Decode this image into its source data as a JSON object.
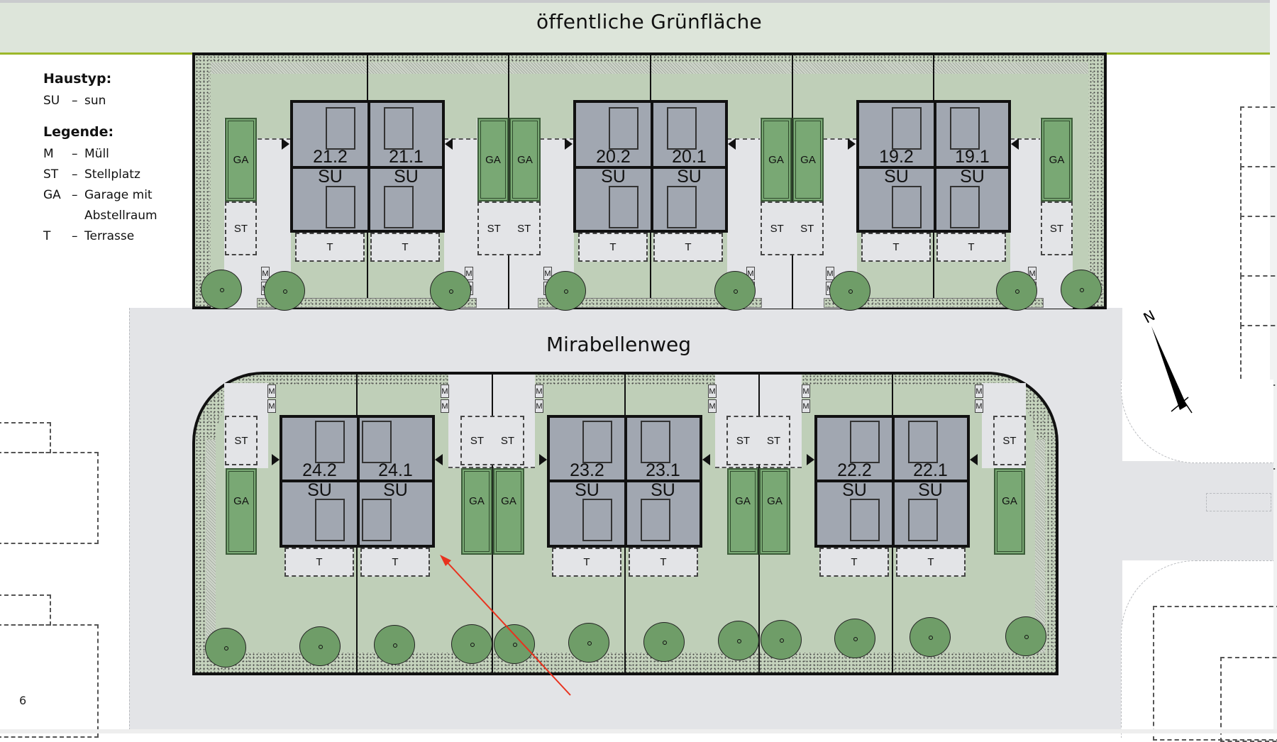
{
  "header": {
    "title": "öffentliche Grünfläche"
  },
  "street": {
    "name": "Mirabellenweg"
  },
  "legend": {
    "haustyp_title": "Haustyp:",
    "haustyp": [
      {
        "code": "SU",
        "dash": "–",
        "label": "sun"
      }
    ],
    "legende_title": "Legende:",
    "items": [
      {
        "code": "M",
        "dash": "–",
        "label": "Müll"
      },
      {
        "code": "ST",
        "dash": "–",
        "label": "Stellplatz"
      },
      {
        "code": "GA",
        "dash": "–",
        "label": "Garage mit"
      },
      {
        "code": "",
        "dash": "",
        "label": "Abstellraum"
      },
      {
        "code": "T",
        "dash": "–",
        "label": "Terrasse"
      }
    ]
  },
  "labels": {
    "garage": "GA",
    "stellplatz": "ST",
    "terrasse": "T",
    "muell": "M"
  },
  "upper_houses": [
    {
      "left": {
        "num": "21.2",
        "type": "SU"
      },
      "right": {
        "num": "21.1",
        "type": "SU"
      }
    },
    {
      "left": {
        "num": "20.2",
        "type": "SU"
      },
      "right": {
        "num": "20.1",
        "type": "SU"
      }
    },
    {
      "left": {
        "num": "19.2",
        "type": "SU"
      },
      "right": {
        "num": "19.1",
        "type": "SU"
      }
    }
  ],
  "lower_houses": [
    {
      "left": {
        "num": "24.2",
        "type": "SU"
      },
      "right": {
        "num": "24.1",
        "type": "SU"
      }
    },
    {
      "left": {
        "num": "23.2",
        "type": "SU"
      },
      "right": {
        "num": "23.1",
        "type": "SU"
      }
    },
    {
      "left": {
        "num": "22.2",
        "type": "SU"
      },
      "right": {
        "num": "22.1",
        "type": "SU"
      }
    }
  ],
  "compass": {
    "label": "N"
  },
  "page": {
    "number": "6"
  },
  "colors": {
    "header_bg": "#dde5da",
    "header_line": "#9cb82a",
    "garden": "#bfcfb8",
    "house": "#a1a7b1",
    "garage": "#79a874",
    "road": "#e3e4e7",
    "tree": "#6f9d68",
    "annotation_arrow": "#e8321e"
  }
}
